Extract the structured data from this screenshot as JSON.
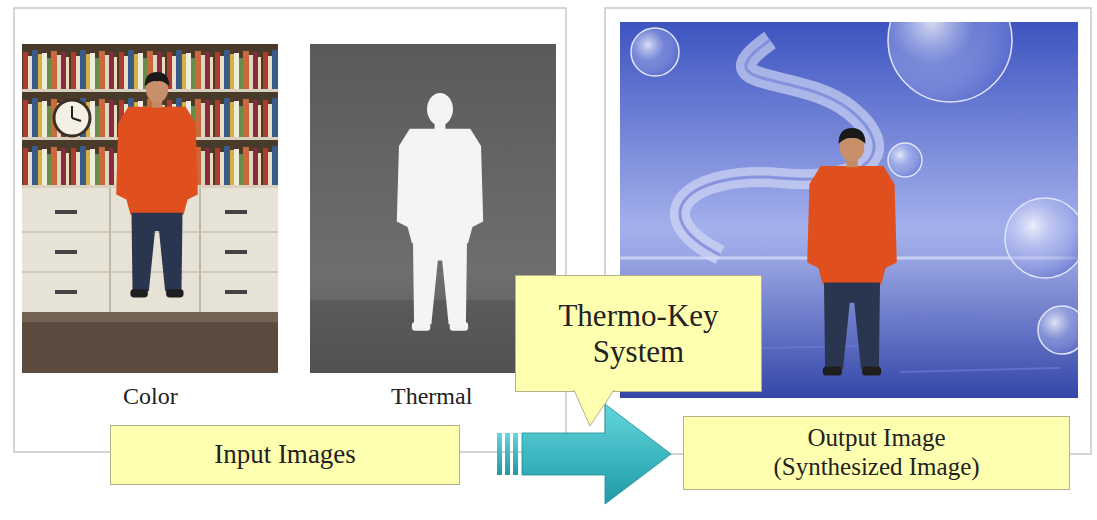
{
  "diagram": {
    "nodes": [
      {
        "text": [
          "Input Images"
        ]
      },
      {
        "text": [
          "Thermo-Key System"
        ]
      },
      {
        "text": [
          "Output Image (Synthesized Image)"
        ]
      }
    ],
    "edges": [
      {
        "from": 0,
        "to": 2,
        "arrow": "to"
      }
    ],
    "labels": [
      "Color",
      "Thermal"
    ]
  }
}
